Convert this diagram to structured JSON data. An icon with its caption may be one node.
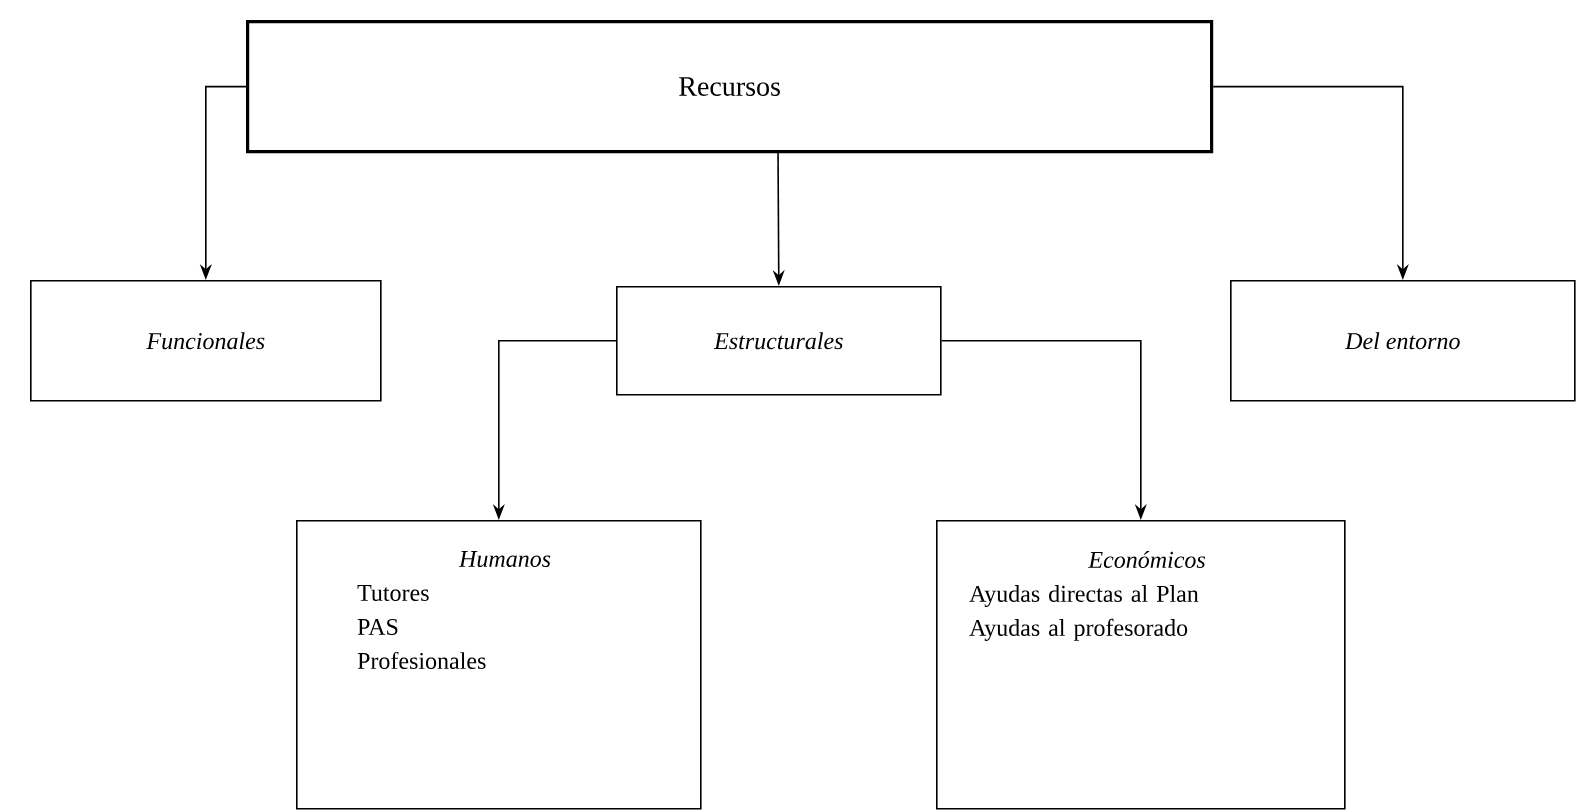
{
  "diagram": {
    "nodes": [
      {
        "text": [
          "Recursos"
        ]
      },
      {
        "text": [
          "Funcionales"
        ]
      },
      {
        "text": [
          "Estructurales"
        ]
      },
      {
        "text": [
          "Del entorno"
        ]
      },
      {
        "text": [
          "Humanos",
          "Tutores",
          "PAS",
          "Profesionales"
        ]
      },
      {
        "text": [
          "Económicos",
          "Ayudas directas al Plan",
          "Ayudas al profesorado"
        ]
      }
    ],
    "edges": [
      {
        "from": 0,
        "to": 1,
        "arrow": "to"
      },
      {
        "from": 0,
        "to": 2,
        "arrow": "to"
      },
      {
        "from": 0,
        "to": 3,
        "arrow": "to"
      },
      {
        "from": 2,
        "to": 4,
        "arrow": "to"
      },
      {
        "from": 2,
        "to": 5,
        "arrow": "to"
      }
    ]
  }
}
